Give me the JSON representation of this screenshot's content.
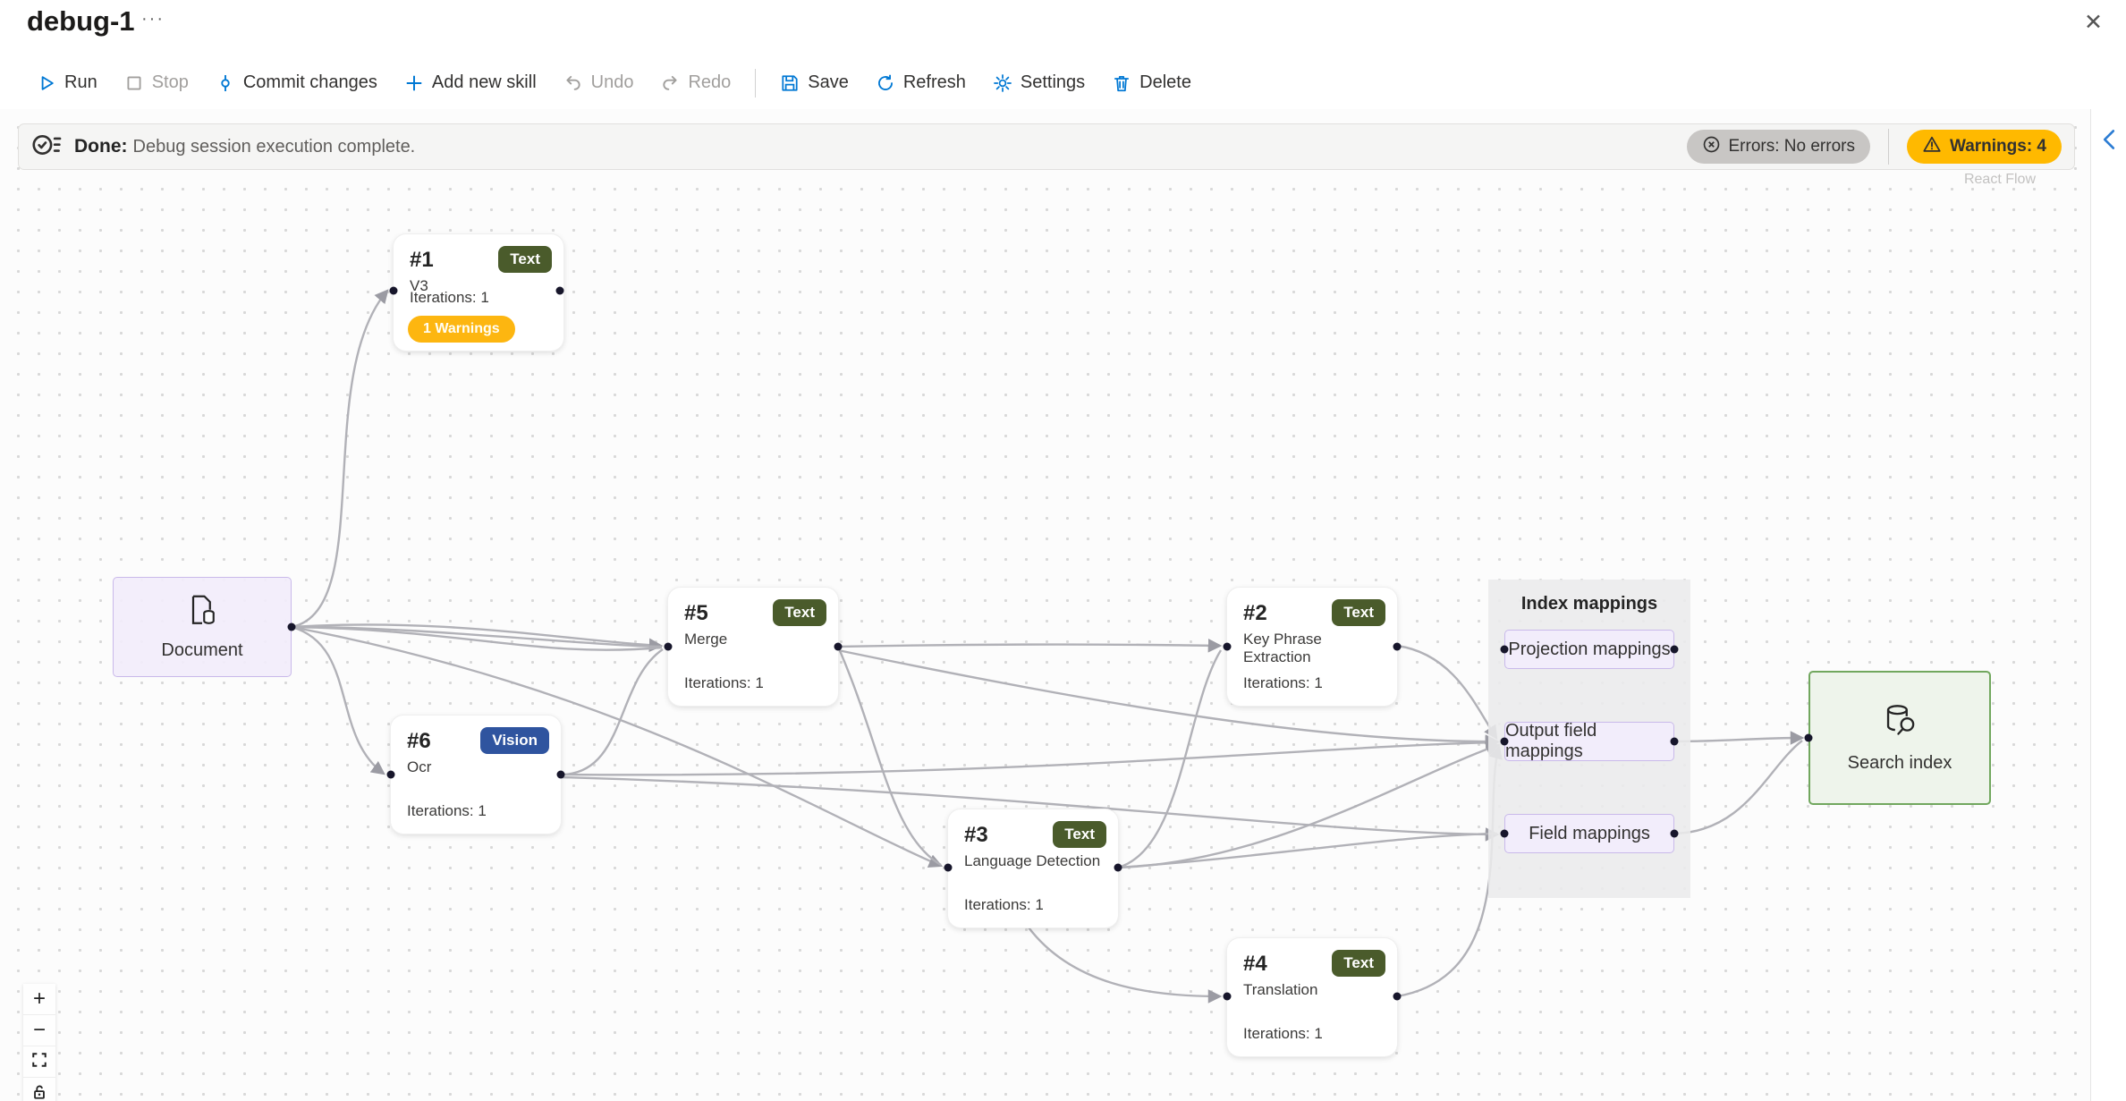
{
  "header": {
    "title": "debug-1"
  },
  "icons": {
    "more": "···",
    "close": "✕",
    "zoom_in": "+",
    "zoom_out": "−"
  },
  "toolbar": {
    "items": [
      {
        "label": "Run"
      },
      {
        "label": "Stop"
      },
      {
        "label": "Commit changes"
      },
      {
        "label": "Add new skill"
      },
      {
        "label": "Undo"
      },
      {
        "label": "Redo"
      },
      {
        "label": "Save"
      },
      {
        "label": "Refresh"
      },
      {
        "label": "Settings"
      },
      {
        "label": "Delete"
      }
    ]
  },
  "status": {
    "label": "Done:",
    "message": "Debug session execution complete.",
    "errors": "Errors: No errors",
    "warnings": "Warnings: 4"
  },
  "canvas": {
    "attribution": "React Flow"
  },
  "nodes": {
    "document": {
      "label": "Document"
    },
    "skills": [
      {
        "id": "#1",
        "name": "V3",
        "badge": "Text",
        "iterations": "Iterations: 1",
        "warnings": "1 Warnings"
      },
      {
        "id": "#2",
        "name": "Key Phrase Extraction",
        "badge": "Text",
        "iterations": "Iterations: 1"
      },
      {
        "id": "#3",
        "name": "Language Detection",
        "badge": "Text",
        "iterations": "Iterations: 1"
      },
      {
        "id": "#4",
        "name": "Translation",
        "badge": "Text",
        "iterations": "Iterations: 1"
      },
      {
        "id": "#5",
        "name": "Merge",
        "badge": "Text",
        "iterations": "Iterations: 1"
      },
      {
        "id": "#6",
        "name": "Ocr",
        "badge": "Vision",
        "iterations": "Iterations: 1"
      }
    ],
    "index_mappings": {
      "title": "Index mappings",
      "items": [
        {
          "label": "Projection mappings"
        },
        {
          "label": "Output field mappings"
        },
        {
          "label": "Field mappings"
        }
      ]
    },
    "search_index": {
      "label": "Search index"
    }
  },
  "colors": {
    "accent": "#0078d4",
    "badge_text": "#4a5b2b",
    "badge_vision": "#2f549f",
    "warning_pill": "#ffb900",
    "edge": "#b1b1b7"
  }
}
